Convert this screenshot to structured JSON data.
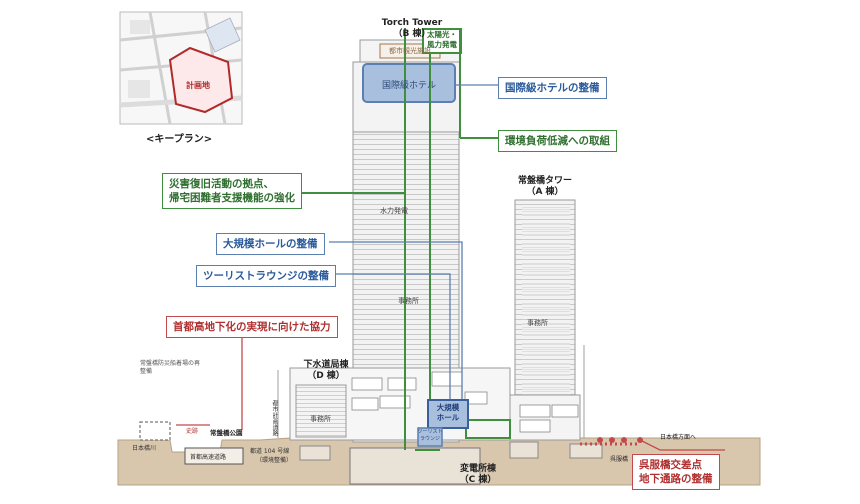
{
  "tower_b": {
    "name": "Torch Tower",
    "code": "（B 棟）"
  },
  "tower_a": {
    "name": "常盤橋タワー",
    "code": "（A 棟）"
  },
  "building_d": {
    "name": "下水道局棟",
    "code": "（D 棟）"
  },
  "building_c": {
    "name": "変電所棟",
    "code": "（C 棟）"
  },
  "keyplan": {
    "label": "<キープラン>",
    "site": "計画地"
  },
  "floors": {
    "observatory": "都市観光施設",
    "hotel": "国際級ホテル",
    "hydro": "水力発電",
    "office_b": "事務所",
    "office_a": "事務所",
    "office_d": "事務所",
    "solar": [
      "太陽光・",
      "風力発電"
    ],
    "hall": [
      "大規模",
      "ホール"
    ],
    "lounge": [
      "ツーリスト",
      "ラウンジ"
    ]
  },
  "callouts": {
    "hotel": "国際級ホテルの整備",
    "env": "環境負荷低減への取組",
    "disaster": [
      "災害復旧活動の拠点、",
      "帰宅困難者支援機能の強化"
    ],
    "hall": "大規模ホールの整備",
    "lounge": "ツーリストラウンジの整備",
    "highway": "首都高地下化の実現に向けた協力",
    "crossing": [
      "呉服橋交差点",
      "地下通路の整備"
    ]
  },
  "ground_labels": {
    "park": "常盤橋公園",
    "park_sub": "史跡",
    "nihonbashi": "日本橋川",
    "expressway": "首都高速道路",
    "landing": "常盤橋防災船着場の再整備",
    "route": "都道 104 号線",
    "route_sub": "（環境整備）",
    "tokiwa_street": "都市計画道路",
    "mitsukoshi": "日本橋方面へ",
    "gofukubashi": "呉服橋"
  },
  "colors": {
    "blue": "#5a7fb0",
    "green": "#3f8f3f",
    "red": "#c24a4a"
  }
}
